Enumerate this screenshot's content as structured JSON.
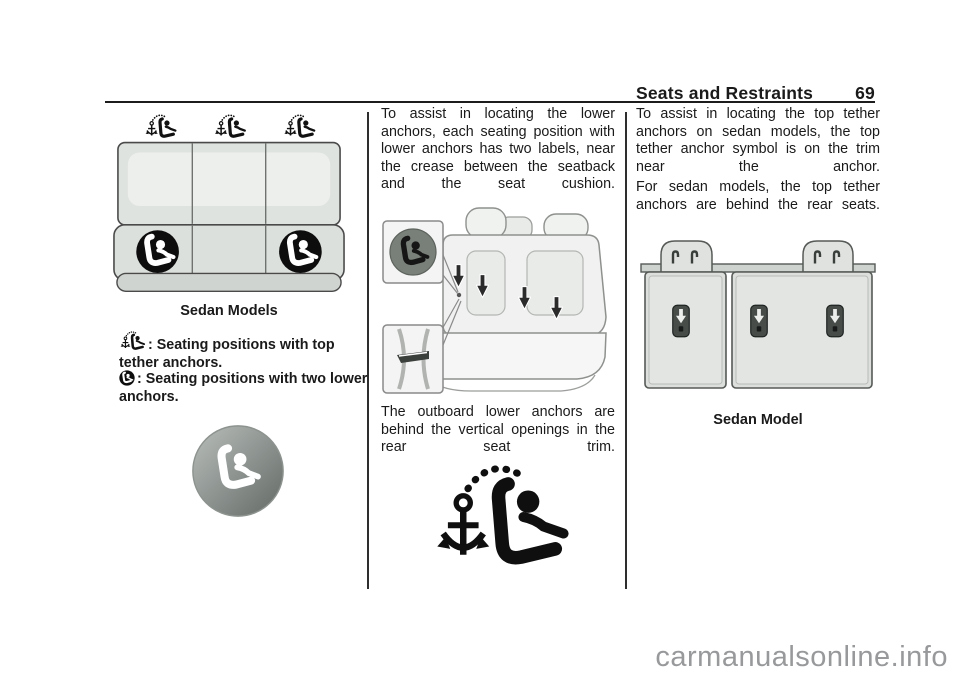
{
  "header": {
    "title": "Seats and Restraints",
    "page_number": "69"
  },
  "left_column": {
    "figure_caption": "Sedan Models",
    "legend": [
      {
        "icon": "top-tether-anchor-icon",
        "text": ": Seating positions with top tether anchors."
      },
      {
        "icon": "lower-anchors-icon",
        "text": ": Seating positions with two lower anchors."
      }
    ]
  },
  "middle_column": {
    "paragraph_1": "To assist in locating the lower anchors, each seating position with lower anchors has two labels, near the crease between the seatback and the seat cushion.",
    "paragraph_2": "The outboard lower anchors are behind the vertical openings in the rear seat trim."
  },
  "right_column": {
    "paragraph_1": "To assist in locating the top tether anchors on sedan models, the top tether anchor symbol is on the trim near the anchor.",
    "paragraph_2": "For sedan models, the top tether anchors are behind the rear seats.",
    "figure_caption": "Sedan Model"
  },
  "watermark": "carmanualsonline.info",
  "icons": {
    "top_tether_anchor": "anchor with dotted arc and child seat",
    "lower_anchors": "child seat in filled circle"
  },
  "colors": {
    "ink": "#1a1a1a",
    "rule": "#1c1c1c",
    "seat_fill": "#dfe3df",
    "icon_gray": "#767d79",
    "anchor_plate": "#474c49",
    "watermark": "#98999b"
  }
}
